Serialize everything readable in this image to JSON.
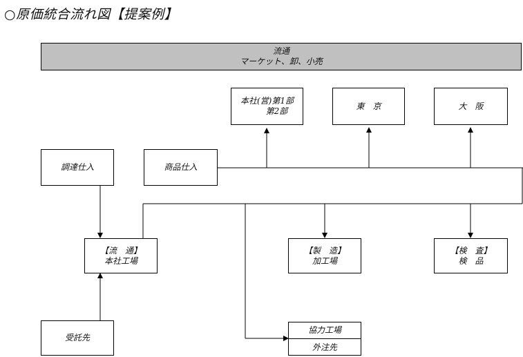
{
  "title": "○原価統合流れ図【提案例】",
  "banner": {
    "line1": "流通",
    "line2": "マーケット、卸、小売"
  },
  "sales_offices": {
    "honsha": {
      "line1": "本社(営)第1部",
      "line2": "第2部"
    },
    "tokyo": "東　京",
    "osaka": "大　阪"
  },
  "procurement": "調達仕入",
  "merchandise": "商品仕入",
  "plants": {
    "distribution": {
      "line1": "【流　通】",
      "line2": "本社工場"
    },
    "manufacturing": {
      "line1": "【製　造】",
      "line2": "加工場"
    },
    "inspection": {
      "line1": "【検　査】",
      "line2": "検　品"
    }
  },
  "consignee": "受託先",
  "partner": {
    "top": "協力工場",
    "bottom": "外注先"
  }
}
